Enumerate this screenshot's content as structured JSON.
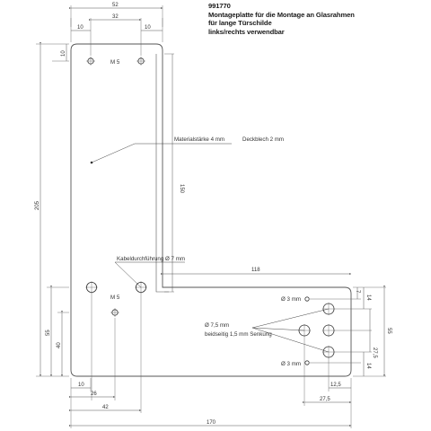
{
  "header": {
    "article_number": "991770",
    "line1": "Montageplatte für die Montage an Glasrahmen",
    "line2": "für lange Türschilde",
    "line3": "links/rechts verwendbar"
  },
  "labels": {
    "thread_top": "M 5",
    "thread_mid": "M 5",
    "material": "Materialstärke 4 mm",
    "cover": "Deckblech 2 mm",
    "cable": "Kabeldurchführung Ø 7 mm",
    "hole_top": "Ø 3 mm",
    "hole_bottom": "Ø 3 mm",
    "hole_group_line1": "Ø 7,5 mm",
    "hole_group_line2": "beidseitig 1,5 mm Senkung"
  },
  "dimensions": {
    "top_width": "52",
    "top_spacing": "32",
    "top_left_offset": "10",
    "top_right_offset": "10",
    "top_hole_vertical": "10",
    "total_height": "205",
    "upper_part_height": "150",
    "right_part_width": "118",
    "lower_height": "55",
    "lower_hole_height": "40",
    "right_height": "55",
    "right_top_offset": "14",
    "right_small": "7",
    "right_hole_pitch": "27,5",
    "right_bottom_offset": "14",
    "bottom_left_offset": "10",
    "bottom_26": "26",
    "bottom_42": "42",
    "bottom_12_5": "12,5",
    "bottom_27_5": "27,5",
    "total_width": "170"
  }
}
